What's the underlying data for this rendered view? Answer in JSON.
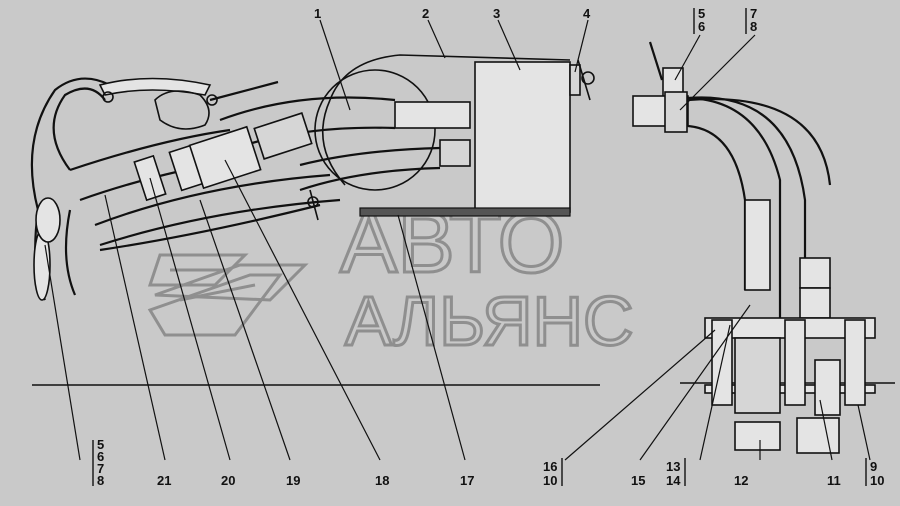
{
  "watermark": {
    "line1": "АВТО",
    "line2": "АЛЬЯНС"
  },
  "callouts": {
    "top": [
      "1",
      "2",
      "3",
      "4"
    ],
    "top_right_a": [
      "5",
      "6"
    ],
    "top_right_b": [
      "7",
      "8"
    ],
    "left_stack": [
      "5",
      "6",
      "7",
      "8"
    ],
    "bottom": [
      "21",
      "20",
      "19",
      "18",
      "17",
      "15",
      "12",
      "11"
    ],
    "pair_16_10": [
      "16",
      "10"
    ],
    "pair_13_14": [
      "13",
      "14"
    ],
    "pair_9_10": [
      "9",
      "10"
    ]
  },
  "colors": {
    "background": "#c9c9c9",
    "line": "#111111",
    "watermark": "#8f8f8f"
  }
}
